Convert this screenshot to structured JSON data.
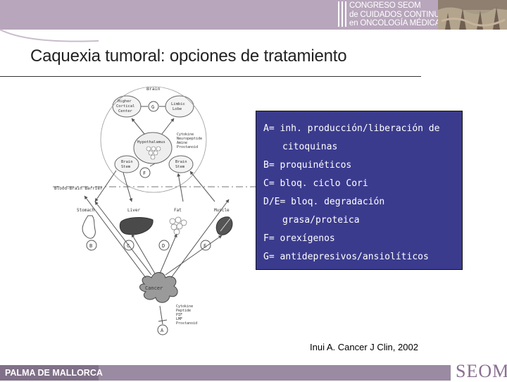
{
  "header": {
    "logo_lines": [
      "CONGRESO SEOM",
      "de CUIDADOS CONTINUOS",
      "en ONCOLOGÍA MÉDICA"
    ]
  },
  "title": "Caquexia tumoral: opciones de tratamiento",
  "diagram": {
    "brain_label": "Brain",
    "higher_cortical_center": [
      "Higher",
      "Cortical",
      "Center"
    ],
    "limbic_lobe": [
      "Limbic",
      "Lobe"
    ],
    "signals_top": [
      "Cytokine",
      "Neuropeptide",
      "Amine",
      "Prostanoid"
    ],
    "hypothalamus": "Hypothalamus",
    "brain_stem_left": [
      "Brain",
      "Stem"
    ],
    "brain_stem_right": [
      "Brain",
      "Stem"
    ],
    "blood_brain_barrier": "Blood-Brain Barrier",
    "organs": [
      "Stomach",
      "Liver",
      "Fat",
      "Muscle"
    ],
    "cancer": "Cancer",
    "signals_bottom": [
      "Cytokine",
      "Peptide",
      "PIF",
      "LMF",
      "Prostanoid"
    ],
    "markers": {
      "A": "A",
      "B": "B",
      "C": "C",
      "D": "D",
      "E": "E",
      "F": "F",
      "G": "G"
    }
  },
  "legend": {
    "a": {
      "line1": "A= inh. producción/liberación de",
      "line2": "citoquinas"
    },
    "b": "B= proquinéticos",
    "c": "C= bloq. ciclo Cori",
    "de": {
      "line1": "D/E= bloq. degradación",
      "line2": "grasa/proteica"
    },
    "f": "F= orexígenos",
    "g": "G= antidepresivos/ansiolíticos"
  },
  "citation": "Inui A. Cancer J Clin, 2002",
  "footer": {
    "place": "PALMA DE MALLORCA",
    "logo": "SEOM"
  },
  "colors": {
    "header_band": "#b8a6bc",
    "legend_background": "#3b3b8e",
    "footer_band": "#9a8aa2",
    "logo_text": "#8a6f92"
  }
}
